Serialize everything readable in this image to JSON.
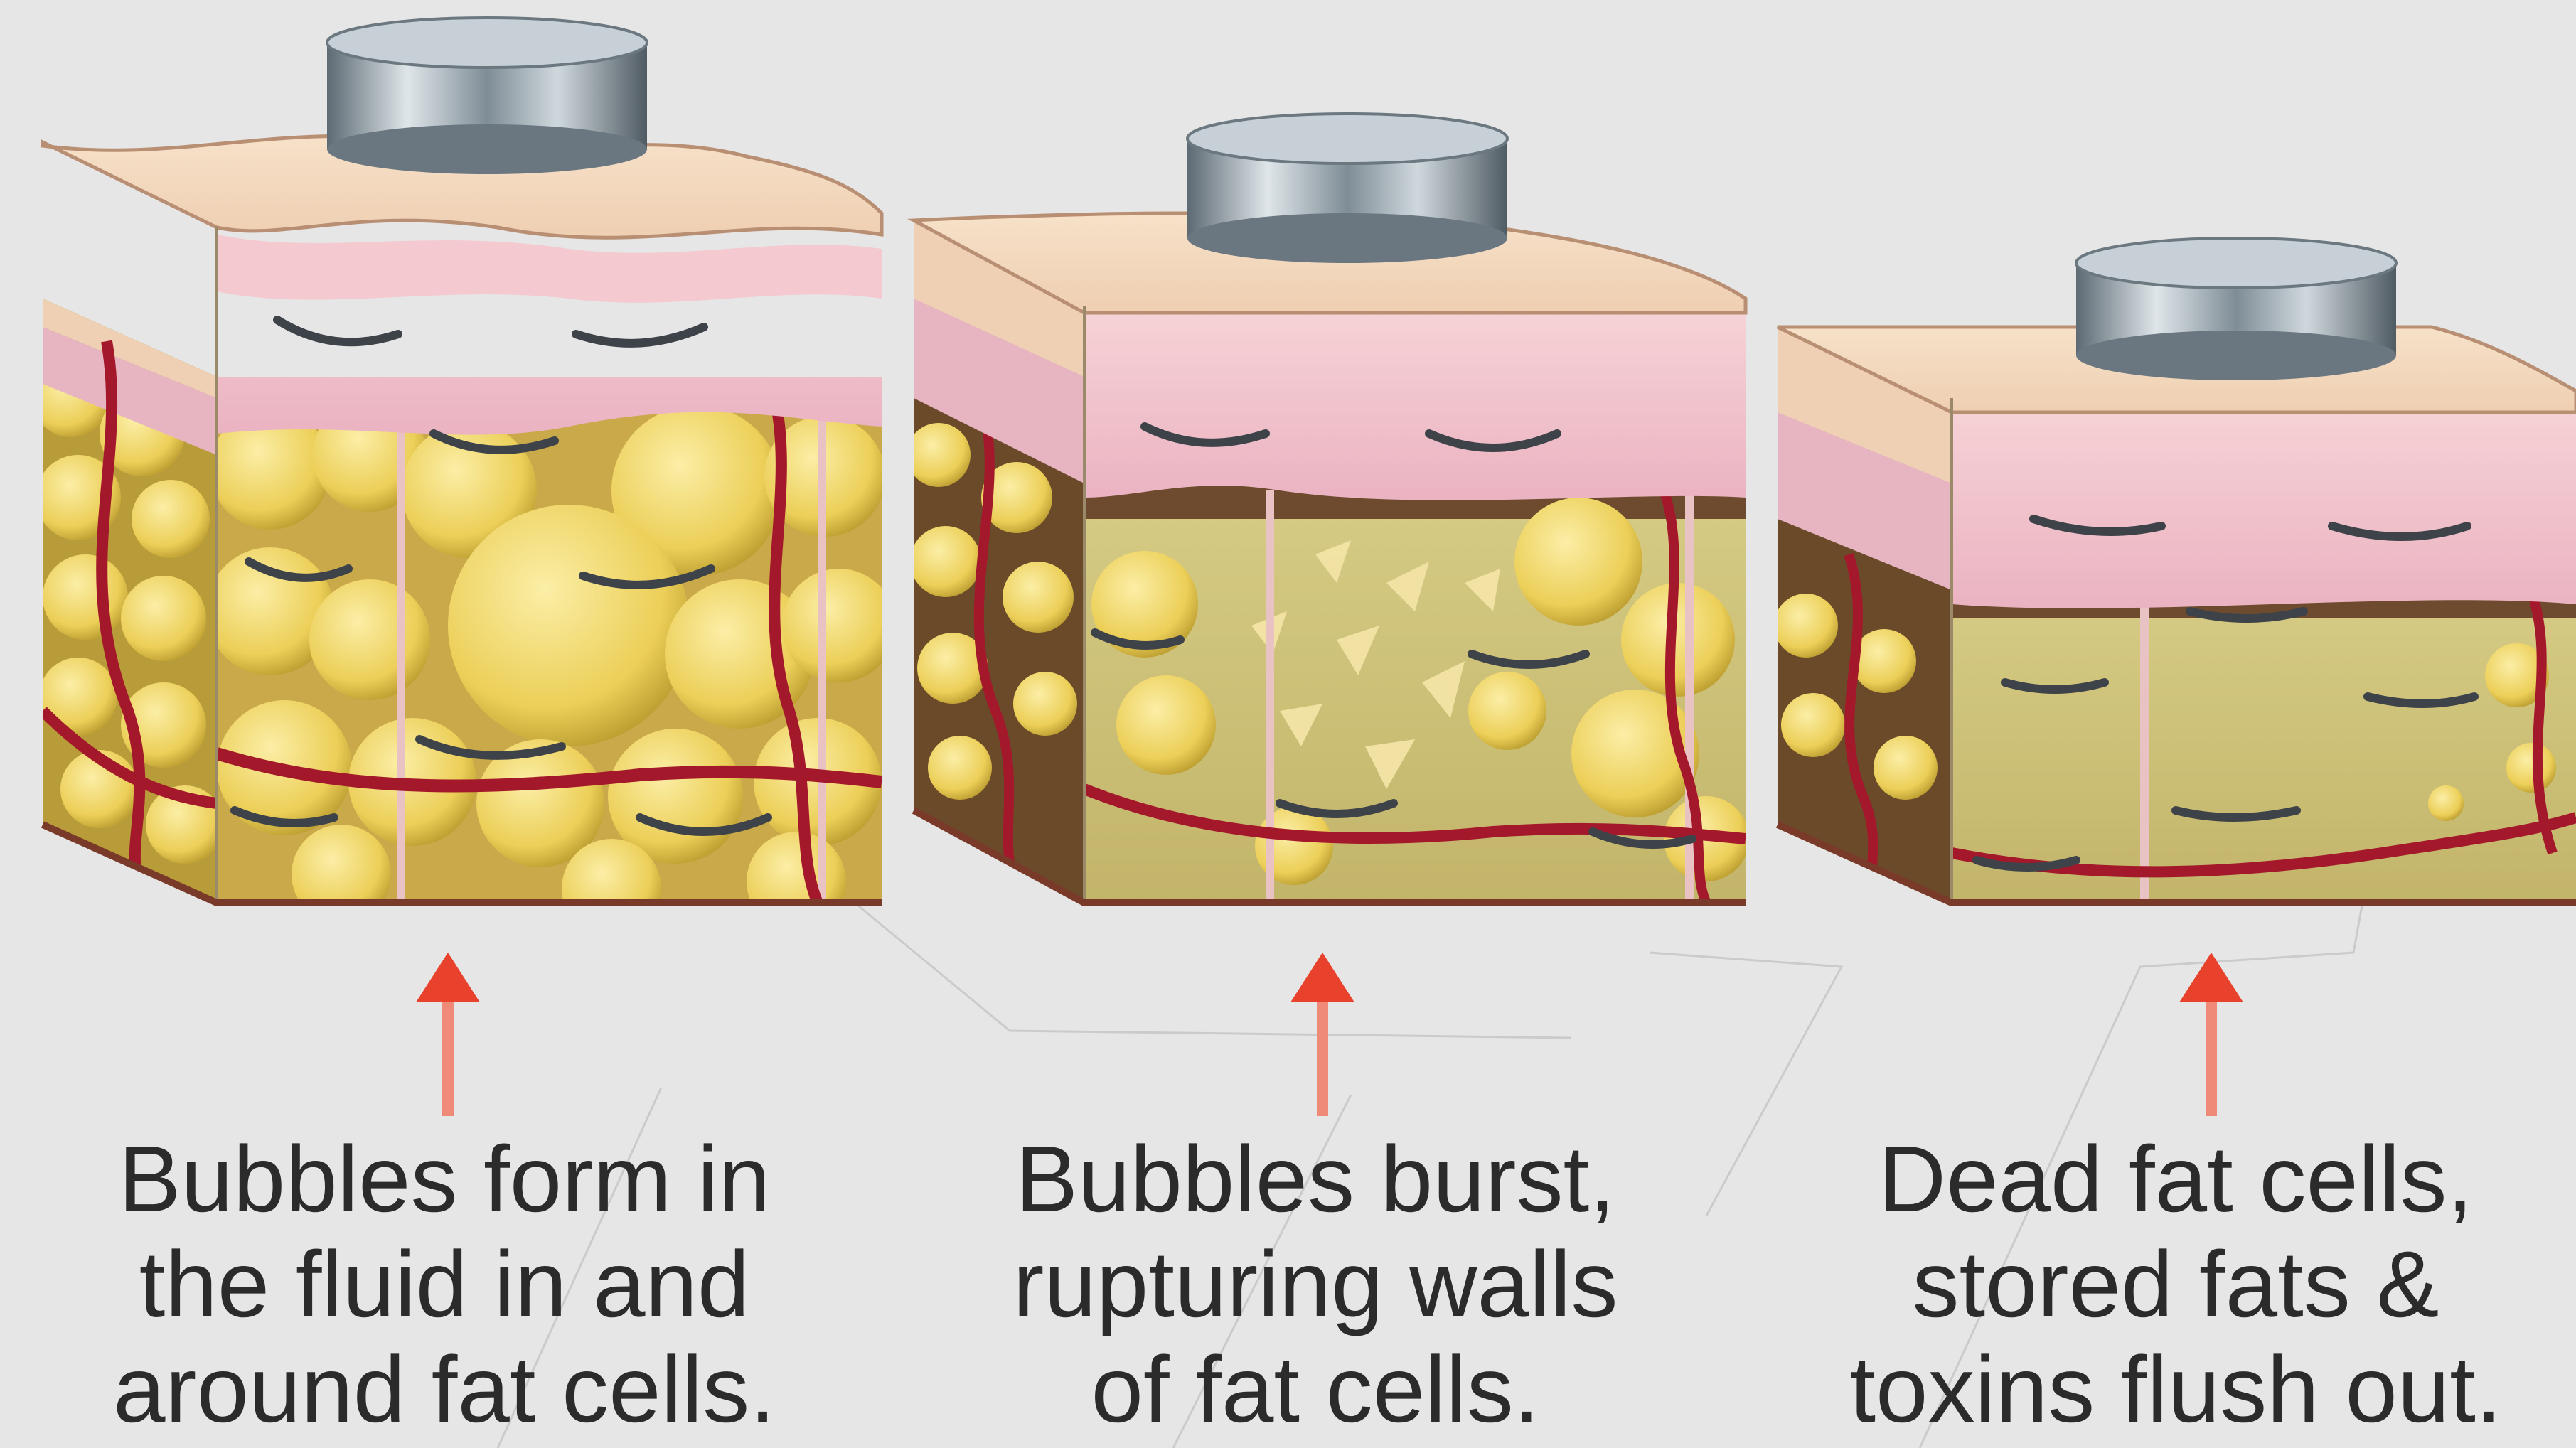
{
  "panels": [
    {
      "name": "form",
      "caption": [
        "Bubbles form in",
        "the fluid in and",
        "around fat cells."
      ]
    },
    {
      "name": "burst",
      "caption": [
        "Bubbles burst,",
        "rupturing walls",
        "of fat cells."
      ]
    },
    {
      "name": "flush",
      "caption": [
        "Dead fat cells,",
        "stored fats &",
        "toxins flush out."
      ]
    }
  ],
  "colors": {
    "background": "#e6e6e6",
    "skin_top": "#f3d9bd",
    "skin_pink": "#f2c3cf",
    "fat_yellow": "#f0d76a",
    "vessel": "#a3192b",
    "arrow": "#e8412c",
    "transducer": "#8c9ba6"
  }
}
